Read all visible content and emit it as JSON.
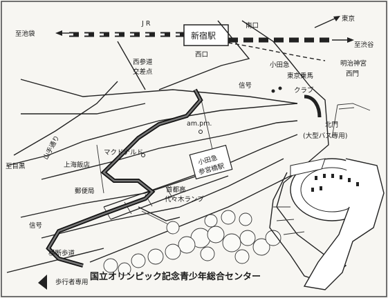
{
  "map": {
    "labels": {
      "jr": "J R",
      "shinjuku_station": "新宿駅",
      "south_exit": "南口",
      "west_exit": "西口",
      "to_ikebukuro": "至池袋",
      "to_tokyo": "東京",
      "to_shibuya": "至渋谷",
      "nishi_sando": "西参道",
      "intersection": "交差点",
      "odakyu": "小田急",
      "tokyo_jokyo": "東京乗馬",
      "club": "クラブ",
      "meiji_jingu": "明治神宮",
      "west_gate": "西門",
      "signal_1": "信号",
      "am_pm": "am.pm.",
      "north_gate": "北門",
      "large_bus": "(大型バス専用)",
      "yamate_dori": "山手通り",
      "mejiro": "至目黒",
      "mcdonalds": "マクドナルド",
      "shanghai": "上海飯店",
      "odakyu_station": "小田急",
      "sangubashi_station": "参宮橋駅",
      "post_office": "郵便局",
      "shutoko": "首都高",
      "yoyogi_ramp": "代々木ランプ",
      "signal_2": "信号",
      "crosswalk": "横断歩道",
      "exclusive": "歩行者専用",
      "center_name": "国立オリンピック記念青少年総合センター"
    },
    "colors": {
      "ink": "#1a1a1a",
      "paper": "#f7f6f2",
      "route": "#111111"
    }
  }
}
